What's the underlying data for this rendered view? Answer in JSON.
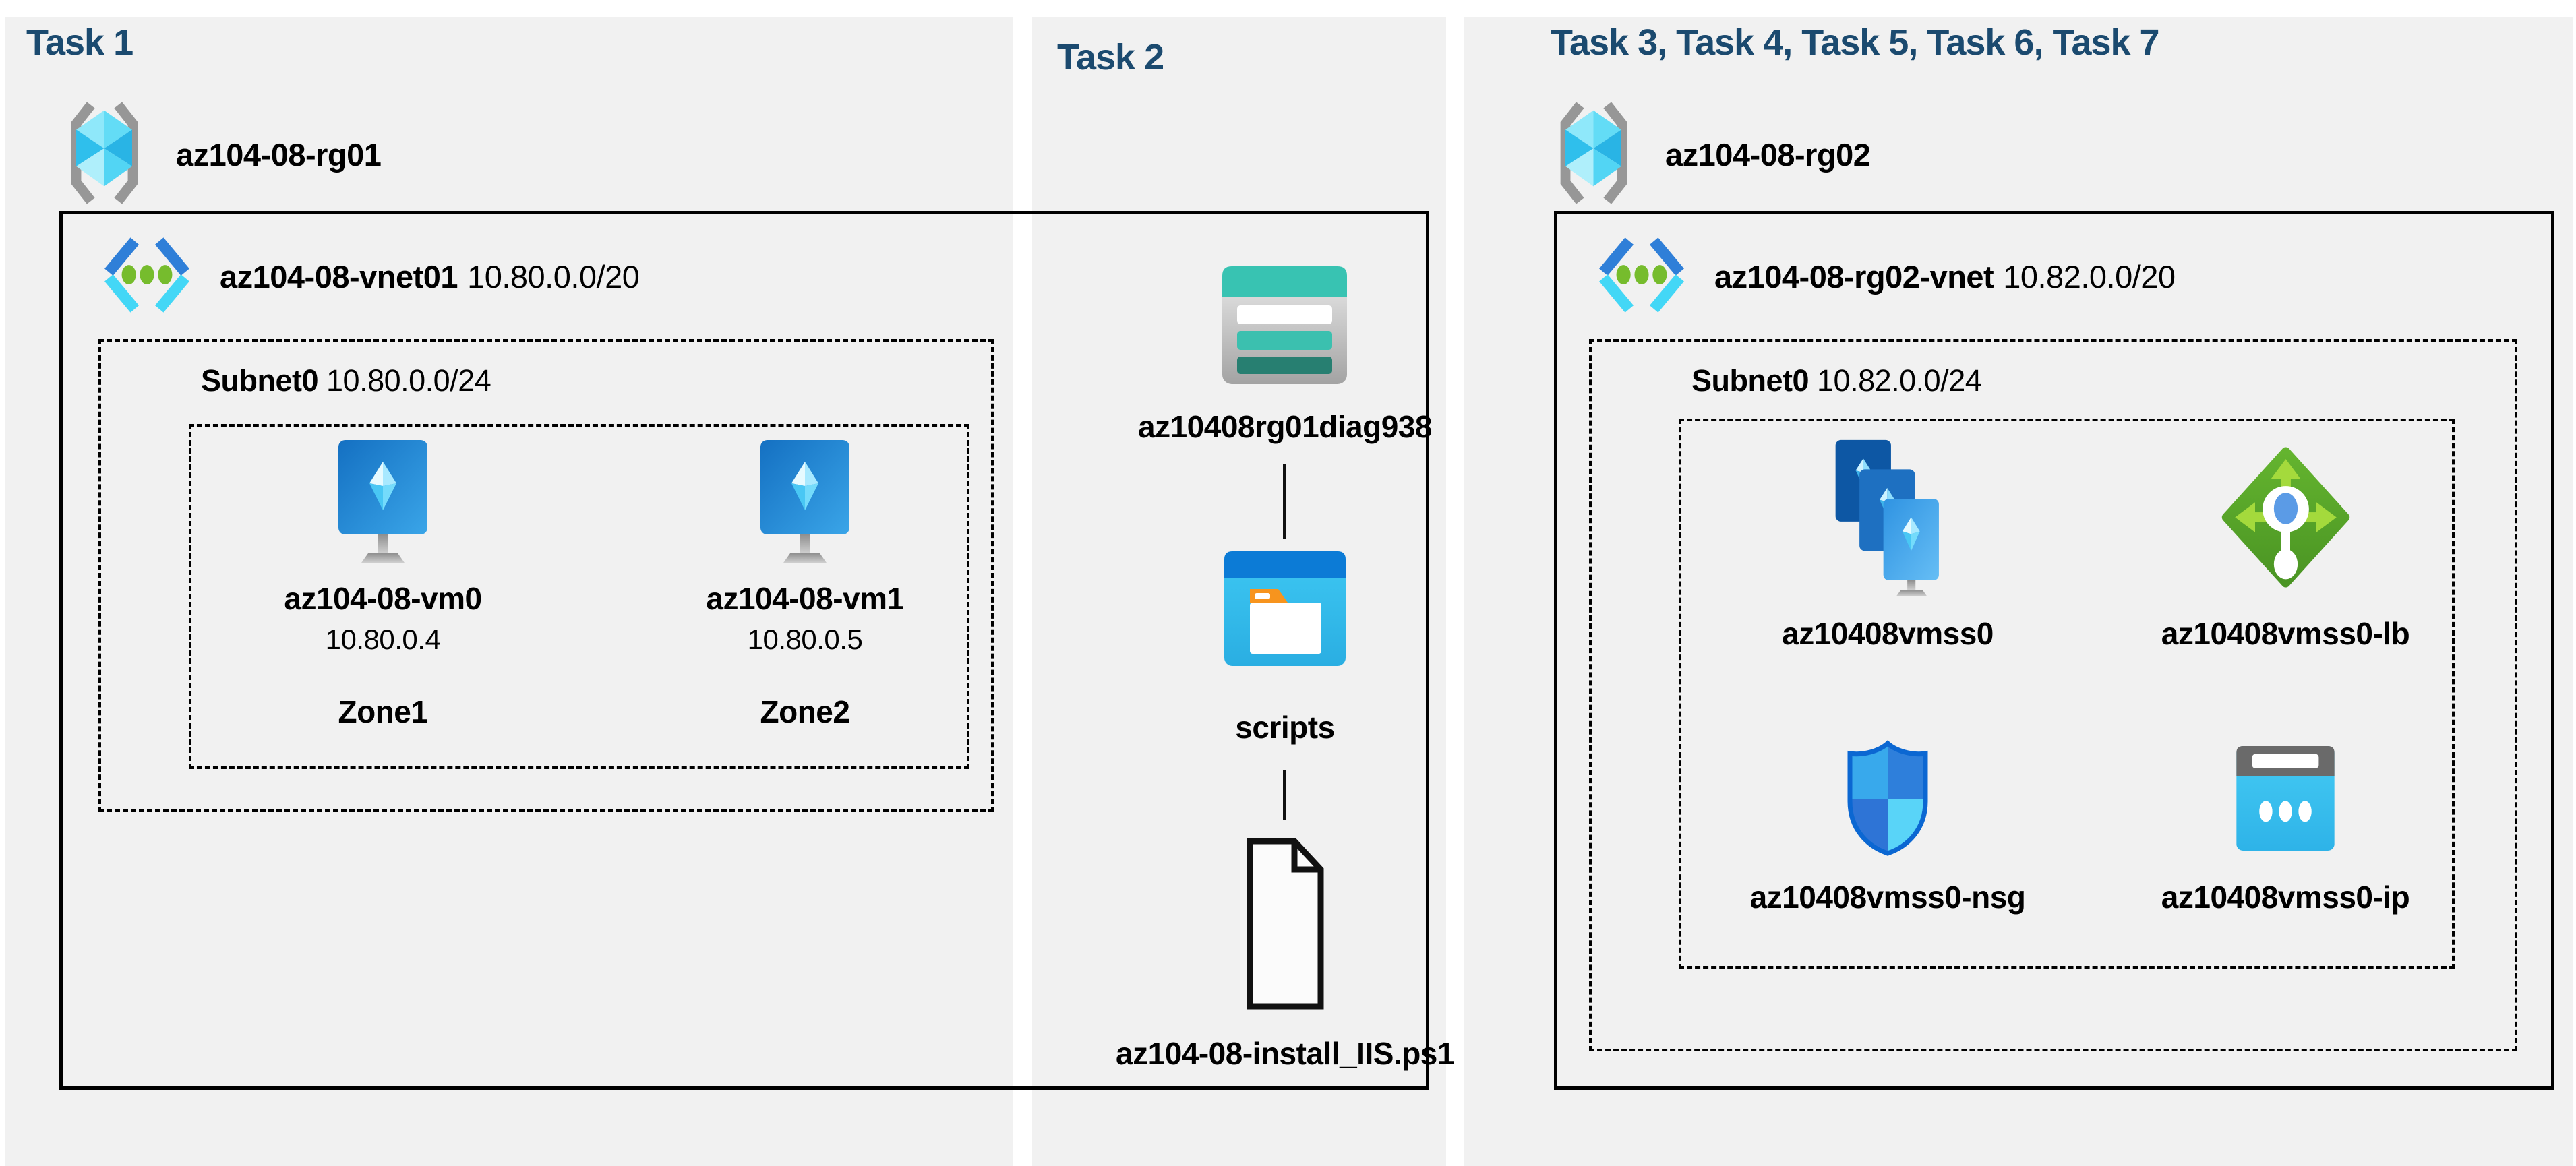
{
  "colors": {
    "panel_background": "#f1f1f1",
    "task_title": "#1b4a6f",
    "diagram_text": "#000000",
    "box_border": "#000000",
    "azure_cyan": "#32bef2",
    "azure_blue": "#2e7cd6",
    "azure_green": "#76bc2d",
    "storage_teal": "#38c3b2"
  },
  "task1": {
    "title": "Task 1",
    "resource_group": "az104-08-rg01",
    "vnet": {
      "name": "az104-08-vnet01",
      "cidr": "10.80.0.0/20"
    },
    "subnet": {
      "name": "Subnet0",
      "cidr": "10.80.0.0/24"
    },
    "vms": [
      {
        "name": "az104-08-vm0",
        "ip": "10.80.0.4",
        "zone": "Zone1"
      },
      {
        "name": "az104-08-vm1",
        "ip": "10.80.0.5",
        "zone": "Zone2"
      }
    ]
  },
  "task2": {
    "title": "Task 2",
    "storage_account": "az10408rg01diag938",
    "container": "scripts",
    "script_file": "az104-08-install_IIS.ps1"
  },
  "task3": {
    "title": "Task 3, Task 4, Task 5, Task 6, Task 7",
    "resource_group": "az104-08-rg02",
    "vnet": {
      "name": "az104-08-rg02-vnet",
      "cidr": "10.82.0.0/20"
    },
    "subnet": {
      "name": "Subnet0",
      "cidr": "10.82.0.0/24"
    },
    "resources": {
      "vmss": "az10408vmss0",
      "load_balancer": "az10408vmss0-lb",
      "nsg": "az10408vmss0-nsg",
      "public_ip": "az10408vmss0-ip"
    }
  }
}
